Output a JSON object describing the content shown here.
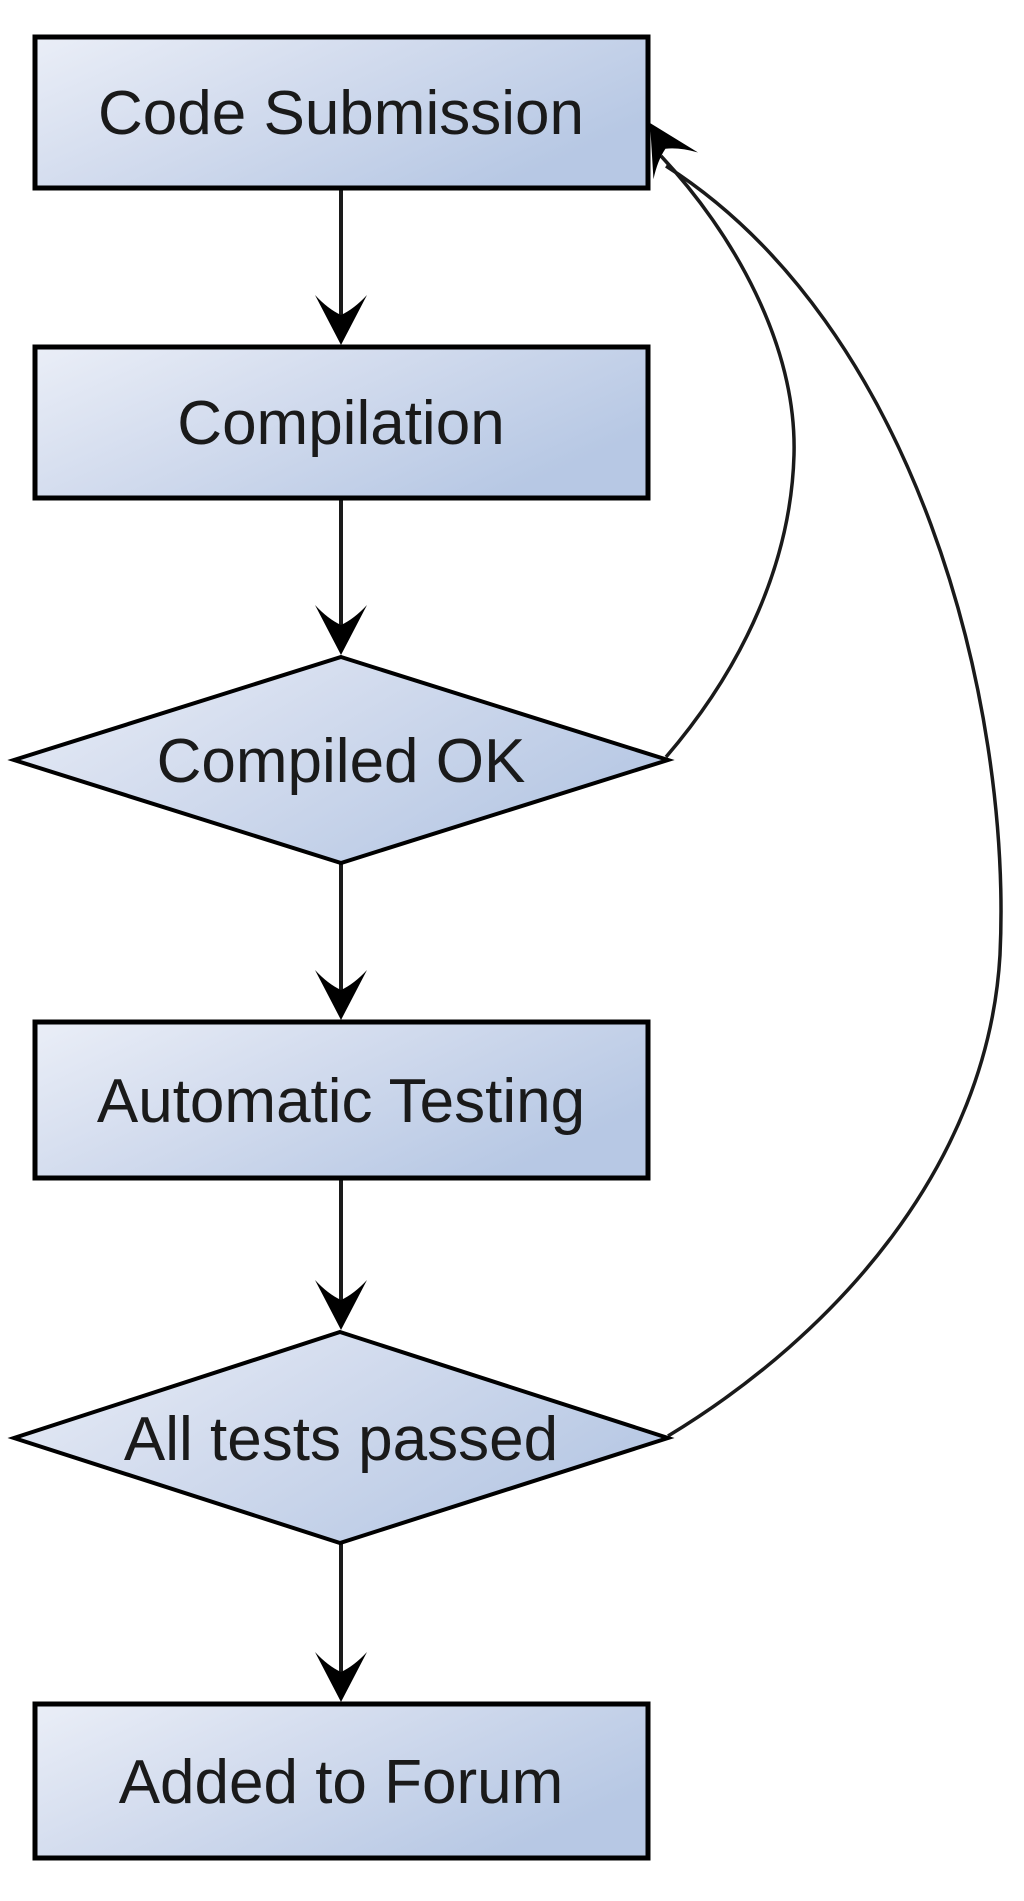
{
  "diagram": {
    "type": "flowchart",
    "background_color": "#ffffff",
    "node_fill_gradient_start": "#eaeef7",
    "node_fill_gradient_end": "#b7c8e4",
    "node_border_color": "#000000",
    "edge_color": "#1a1a1a",
    "text_color": "#1a1a1a",
    "nodes": [
      {
        "id": "code-submission",
        "type": "process",
        "label": "Code Submission"
      },
      {
        "id": "compilation",
        "type": "process",
        "label": "Compilation"
      },
      {
        "id": "compiled-ok",
        "type": "decision",
        "label": "Compiled OK"
      },
      {
        "id": "automatic-testing",
        "type": "process",
        "label": "Automatic Testing"
      },
      {
        "id": "all-tests-passed",
        "type": "decision",
        "label": "All tests passed"
      },
      {
        "id": "added-to-forum",
        "type": "process",
        "label": "Added to Forum"
      }
    ],
    "edges": [
      {
        "from": "code-submission",
        "to": "compilation",
        "style": "straight-down"
      },
      {
        "from": "compilation",
        "to": "compiled-ok",
        "style": "straight-down"
      },
      {
        "from": "compiled-ok",
        "to": "automatic-testing",
        "style": "straight-down"
      },
      {
        "from": "automatic-testing",
        "to": "all-tests-passed",
        "style": "straight-down"
      },
      {
        "from": "all-tests-passed",
        "to": "added-to-forum",
        "style": "straight-down"
      },
      {
        "from": "compiled-ok",
        "to": "code-submission",
        "style": "curved-right-loopback"
      },
      {
        "from": "all-tests-passed",
        "to": "code-submission",
        "style": "curved-right-loopback"
      }
    ]
  }
}
